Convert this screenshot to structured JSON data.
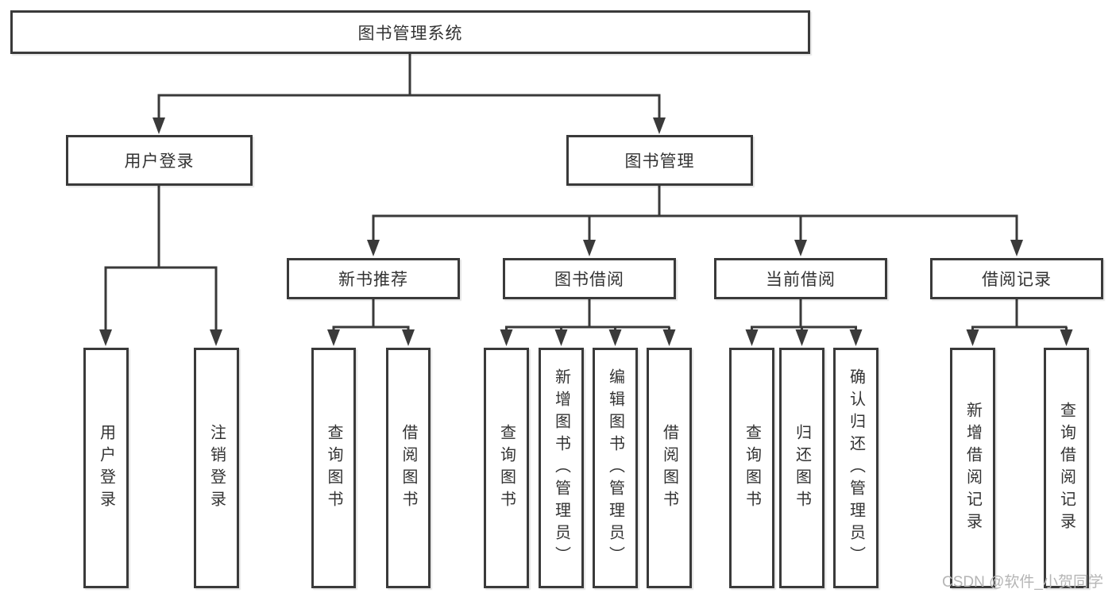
{
  "diagram_title": "图书管理系统",
  "tree": {
    "label": "图书管理系统",
    "children": [
      {
        "label": "用户登录",
        "children": [
          {
            "label": "用户登录"
          },
          {
            "label": "注销登录"
          }
        ]
      },
      {
        "label": "图书管理",
        "children": [
          {
            "label": "新书推荐",
            "children": [
              {
                "label": "查询图书"
              },
              {
                "label": "借阅图书"
              }
            ]
          },
          {
            "label": "图书借阅",
            "children": [
              {
                "label": "查询图书"
              },
              {
                "label": "新增图书（管理员）"
              },
              {
                "label": "编辑图书（管理员）"
              },
              {
                "label": "借阅图书"
              }
            ]
          },
          {
            "label": "当前借阅",
            "children": [
              {
                "label": "查询图书"
              },
              {
                "label": "归还图书"
              },
              {
                "label": "确认归还（管理员）"
              }
            ]
          },
          {
            "label": "借阅记录",
            "children": [
              {
                "label": "新增借阅记录"
              },
              {
                "label": "查询借阅记录"
              }
            ]
          }
        ]
      }
    ]
  },
  "watermark": "CSDN @软件_小贺同学",
  "colors": {
    "background": "#ffffff",
    "box_border": "#3a3a3a",
    "connector_line": "#3a3a3a",
    "text": "#333333",
    "watermark_text": "#b5b5b5"
  }
}
